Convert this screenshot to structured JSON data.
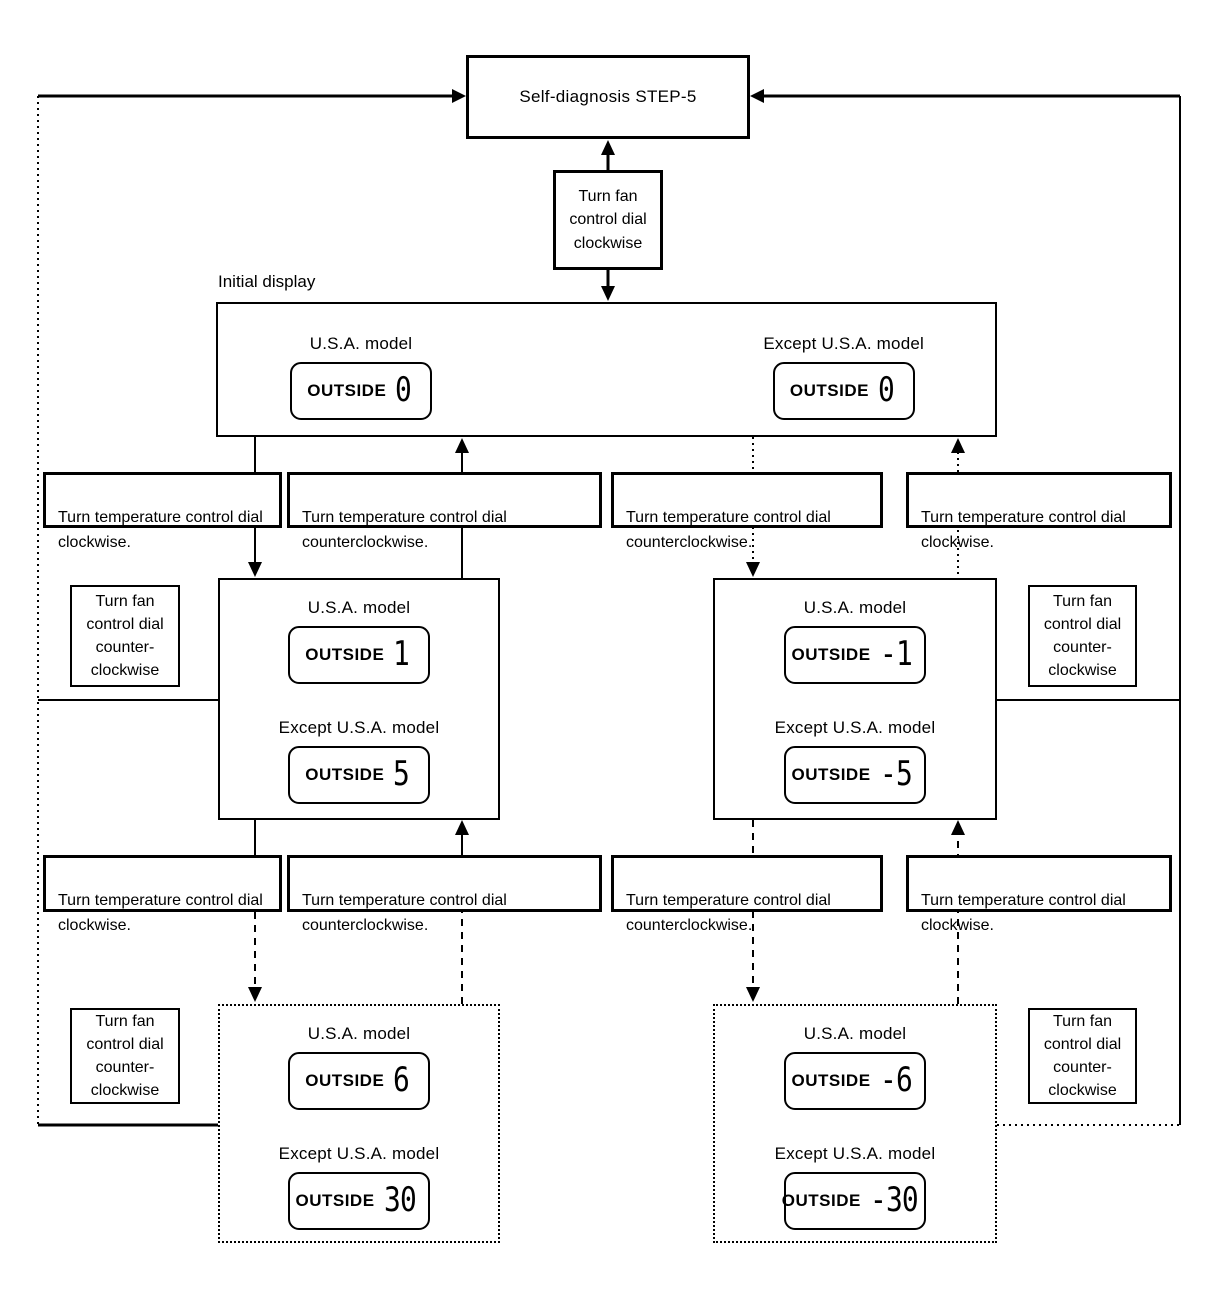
{
  "diagram": {
    "title": "Self-diagnosis STEP-5",
    "initial_display_label": "Initial display",
    "usa_label": "U.S.A. model",
    "except_usa_label": "Except U.S.A. model",
    "lcd_label": "OUTSIDE",
    "actions": {
      "fan_cw": "Turn fan\ncontrol dial\nclockwise",
      "fan_ccw": "Turn fan\ncontrol dial\ncounter-\nclockwise",
      "temp_cw": "Turn temperature control dial\nclockwise.",
      "temp_ccw": "Turn temperature control dial\ncounterclockwise."
    },
    "values": {
      "initial_usa": "0",
      "initial_except": "0",
      "mid_left_usa": "1",
      "mid_left_except": "5",
      "mid_right_usa": "-1",
      "mid_right_except": "-5",
      "bottom_left_usa": "6",
      "bottom_left_except": "30",
      "bottom_right_usa": "-6",
      "bottom_right_except": "-30"
    }
  }
}
